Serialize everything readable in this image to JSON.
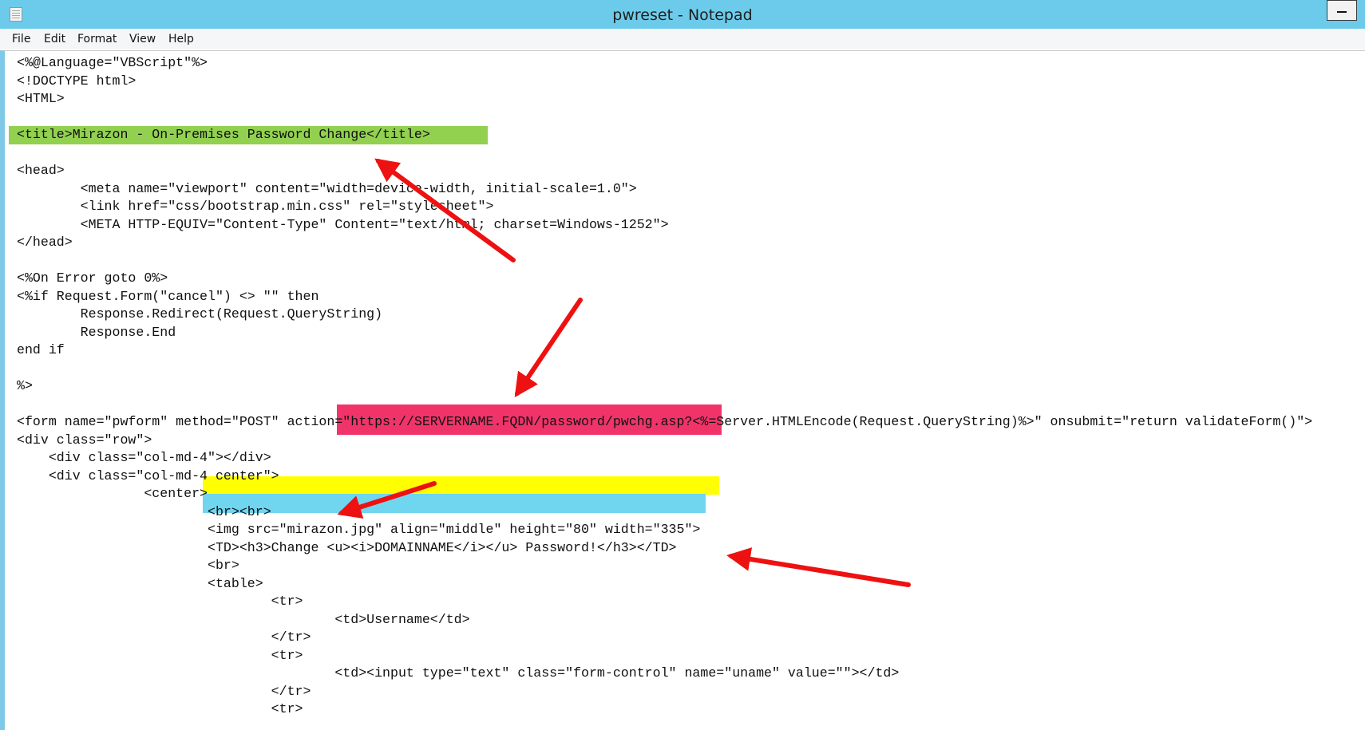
{
  "window": {
    "title": "pwreset - Notepad"
  },
  "menu": [
    "File",
    "Edit",
    "Format",
    "View",
    "Help"
  ],
  "colors": {
    "titlebar": "#6ccbea",
    "highlight_title": "#92d050",
    "highlight_url": "#f0346a",
    "highlight_img": "#ffff00",
    "highlight_td": "#70d6f0",
    "arrow": "#ee1111"
  },
  "lines": [
    "<%@Language=\"VBScript\"%>",
    "<!DOCTYPE html>",
    "<HTML>",
    "",
    "<title>Mirazon - On-Premises Password Change</title>",
    "",
    "<head>",
    "        <meta name=\"viewport\" content=\"width=device-width, initial-scale=1.0\">",
    "        <link href=\"css/bootstrap.min.css\" rel=\"stylesheet\">",
    "        <META HTTP-EQUIV=\"Content-Type\" Content=\"text/html; charset=Windows-1252\">",
    "</head>",
    "",
    "<%On Error goto 0%>",
    "<%if Request.Form(\"cancel\") <> \"\" then",
    "        Response.Redirect(Request.QueryString)",
    "        Response.End",
    "end if",
    "",
    "%>",
    "",
    "<form name=\"pwform\" method=\"POST\" action=\"https://SERVERNAME.FQDN/password/pwchg.asp?<%=Server.HTMLEncode(Request.QueryString)%>\" onsubmit=\"return validateForm()\">",
    "<div class=\"row\">",
    "    <div class=\"col-md-4\"></div>",
    "    <div class=\"col-md-4 center\">",
    "                <center>",
    "                        <br><br>",
    "                        <img src=\"mirazon.jpg\" align=\"middle\" height=\"80\" width=\"335\">",
    "                        <TD><h3>Change <u><i>DOMAINNAME</i></u> Password!</h3></TD>",
    "                        <br>",
    "                        <table>",
    "                                <tr>",
    "                                        <td>Username</td>",
    "                                </tr>",
    "                                <tr>",
    "                                        <td><input type=\"text\" class=\"form-control\" name=\"uname\" value=\"\"></td>",
    "                                </tr>",
    "                                <tr>"
  ]
}
